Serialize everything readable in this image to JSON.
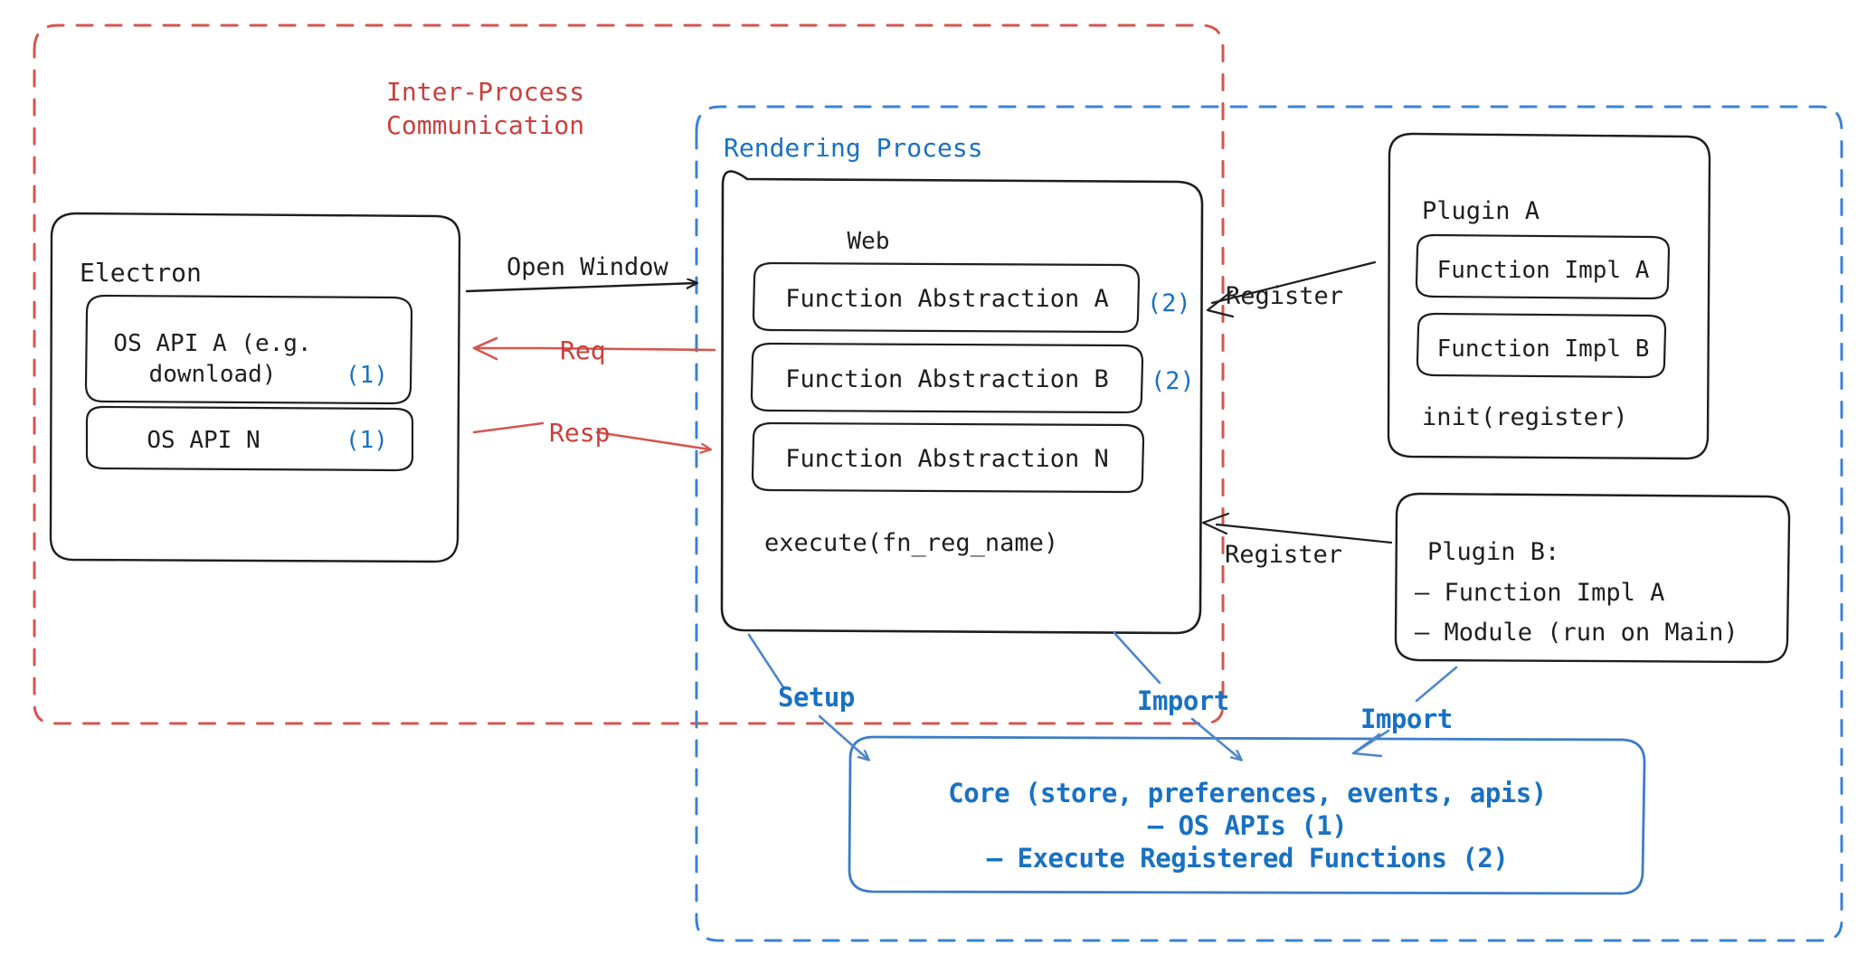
{
  "diagram": {
    "title": "Electron plugin architecture",
    "colors": {
      "ipc_red": "#c9403c",
      "render_blue": "#1971c2",
      "stroke_dark": "#1e1e1e",
      "background": "#ffffff"
    },
    "groups": {
      "ipc": {
        "label": "Inter-Process\nCommunication",
        "line_style": "dashed",
        "color": "#c9403c"
      },
      "rendering": {
        "label": "Rendering Process",
        "line_style": "dashed",
        "color": "#1971c2"
      }
    },
    "nodes": {
      "electron": {
        "title": "Electron",
        "items": [
          {
            "text": "OS API A (e.g.\ndownload)",
            "tag": "(1)"
          },
          {
            "text": "OS API N",
            "tag": "(1)"
          }
        ]
      },
      "web": {
        "title": "Web",
        "items": [
          {
            "text": "Function Abstraction A",
            "tag": "(2)"
          },
          {
            "text": "Function Abstraction B",
            "tag": "(2)"
          },
          {
            "text": "Function Abstraction N",
            "tag": ""
          }
        ],
        "footer": "execute(fn_reg_name)"
      },
      "plugin_a": {
        "title": "Plugin A",
        "items": [
          {
            "text": "Function Impl A"
          },
          {
            "text": "Function Impl B"
          }
        ],
        "footer": "init(register)"
      },
      "plugin_b": {
        "lines": [
          "Plugin B:",
          "– Function Impl A",
          "– Module (run on Main)"
        ]
      },
      "core": {
        "lines": [
          "Core (store, preferences, events, apis)",
          "– OS APIs (1)",
          "– Execute Registered Functions (2)"
        ]
      }
    },
    "edges": [
      {
        "label": "Open Window",
        "color": "#1e1e1e",
        "from": "electron",
        "to": "web"
      },
      {
        "label": "Req",
        "color": "#c9403c",
        "from": "web",
        "to": "electron"
      },
      {
        "label": "Resp",
        "color": "#c9403c",
        "from": "electron",
        "to": "web"
      },
      {
        "label": "Register",
        "color": "#1e1e1e",
        "from": "plugin_a",
        "to": "web"
      },
      {
        "label": "Register",
        "color": "#1e1e1e",
        "from": "plugin_b",
        "to": "web"
      },
      {
        "label": "Setup",
        "color": "#1971c2",
        "from": "web",
        "to": "core"
      },
      {
        "label": "Import",
        "color": "#1971c2",
        "from": "web",
        "to": "core"
      },
      {
        "label": "Import",
        "color": "#1971c2",
        "from": "plugin_b",
        "to": "core"
      }
    ]
  }
}
